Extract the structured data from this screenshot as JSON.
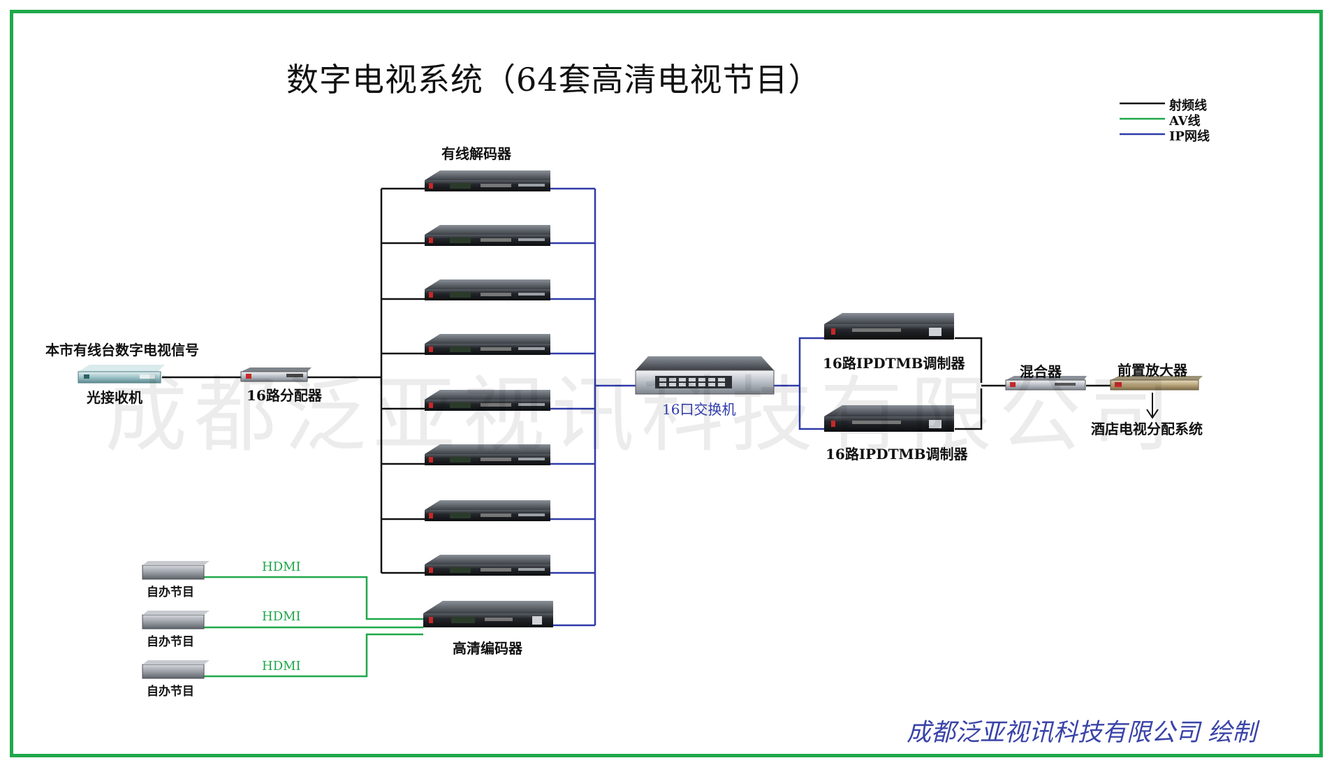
{
  "title": "数字电视系统（64套高清电视节目）",
  "legend": [
    {
      "label": "射频线",
      "color": "#111111"
    },
    {
      "label": "AV线",
      "color": "#1fa84a"
    },
    {
      "label": "IP网线",
      "color": "#2f3aa8"
    }
  ],
  "nodes": {
    "source_signal": "本市有线台数字电视信号",
    "optical_receiver": "光接收机",
    "splitter": "16路分配器",
    "decoder_group": "有线解码器",
    "hd_encoder": "高清编码器",
    "switch": "16口交换机",
    "modulator_top": "16路IPDTMB调制器",
    "modulator_bottom": "16路IPDTMB调制器",
    "mixer": "混合器",
    "preamp": "前置放大器",
    "hotel_distribution": "酒店电视分配系统"
  },
  "sources": [
    {
      "label": "自办节目",
      "link": "HDMI"
    },
    {
      "label": "自办节目",
      "link": "HDMI"
    },
    {
      "label": "自办节目",
      "link": "HDMI"
    }
  ],
  "watermark": "成都泛亚视讯科技有限公司",
  "credit": "成都泛亚视讯科技有限公司  绘制",
  "colors": {
    "frame": "#1fa84a",
    "rf": "#111111",
    "av": "#1fa84a",
    "ip": "#2f3aa8"
  }
}
